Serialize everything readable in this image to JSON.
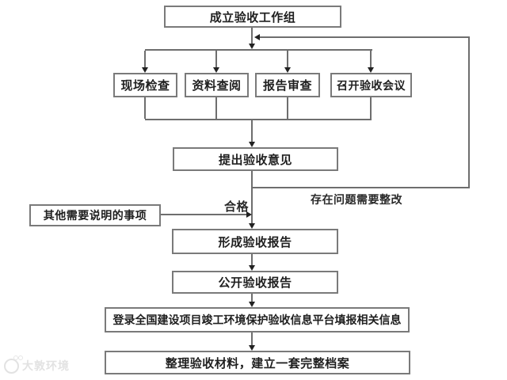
{
  "diagram_type": "flowchart",
  "nodes": [
    {
      "id": "setup-team",
      "label": "成立验收工作组"
    },
    {
      "id": "site-check",
      "label": "现场检查"
    },
    {
      "id": "doc-review",
      "label": "资料查阅"
    },
    {
      "id": "report-review",
      "label": "报告审查"
    },
    {
      "id": "hold-meeting",
      "label": "召开验收会议"
    },
    {
      "id": "opinion",
      "label": "提出验收意见"
    },
    {
      "id": "other-items",
      "label": "其他需要说明的事项"
    },
    {
      "id": "form-report",
      "label": "形成验收报告"
    },
    {
      "id": "publish-report",
      "label": "公开验收报告"
    },
    {
      "id": "platform",
      "label": "登录全国建设项目竣工环境保护验收信息平台填报相关信息"
    },
    {
      "id": "archive",
      "label": "整理验收材料，建立一套完整档案"
    }
  ],
  "edge_labels": {
    "qualified": "合格",
    "rectify": "存在问题需要整改"
  },
  "watermark": {
    "text": "大敦环境"
  },
  "colors": {
    "background": "#ffffff",
    "box_border": "#7a7a7a",
    "line": "#6e6e6e",
    "arrowhead": "#222222",
    "text": "#1f1f1f",
    "watermark": "#e2e2e2"
  }
}
